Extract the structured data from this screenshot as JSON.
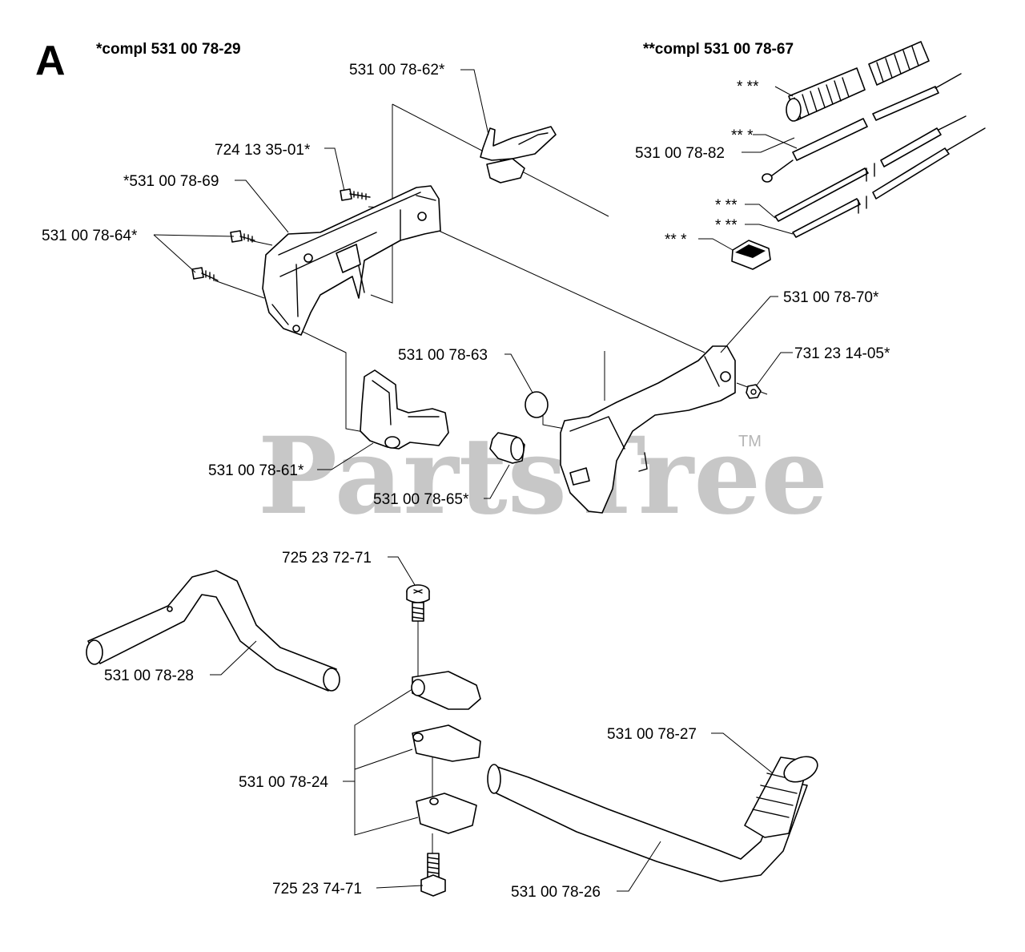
{
  "section": "A",
  "headers": {
    "kit_a": "*compl 531 00 78-29",
    "kit_b": "**compl 531 00 78-67"
  },
  "labels": {
    "p531007862": "531 00 78-62*",
    "p724133501": "724 13 35-01*",
    "p531007869": "*531 00 78-69",
    "p531007864": "531 00 78-64*",
    "p531007882": "531 00 78-82",
    "p531007870": "531 00 78-70*",
    "p731231405": "731 23 14-05*",
    "p531007863": "531 00 78-63",
    "p531007861": "531 00 78-61*",
    "p531007865": "531 00 78-65*",
    "p725237271": "725 23 72-71",
    "p531007828": "531 00 78-28",
    "p531007824": "531 00 78-24",
    "p531007827": "531 00 78-27",
    "p725237471": "725 23 74-71",
    "p531007826": "531 00 78-26"
  },
  "markers": {
    "spring": "* **",
    "cable_sleeve": "** *",
    "wire_1": "* **",
    "wire_2": "* **",
    "switch": "** *"
  },
  "watermark": {
    "brand": "PartsTree",
    "tm": "TM"
  }
}
